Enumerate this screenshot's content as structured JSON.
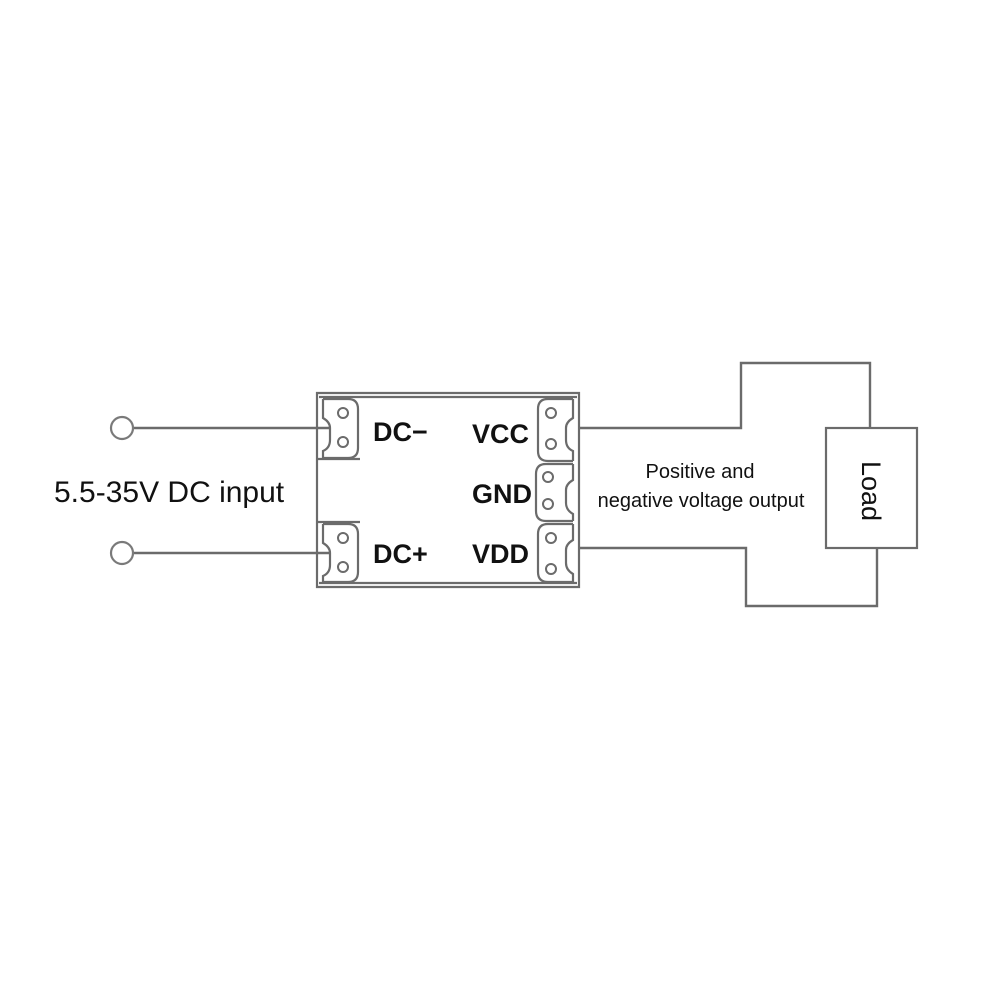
{
  "diagram": {
    "input_label": "5.5-35V DC input",
    "output_label_line1": "Positive and",
    "output_label_line2": "negative voltage output",
    "load_label": "Load",
    "module": {
      "left_pins": [
        {
          "id": "dc-minus",
          "label": "DC−"
        },
        {
          "id": "dc-plus",
          "label": "DC+"
        }
      ],
      "right_pins": [
        {
          "id": "vcc",
          "label": "VCC"
        },
        {
          "id": "gnd",
          "label": "GND"
        },
        {
          "id": "vdd",
          "label": "VDD"
        }
      ]
    },
    "connections": [
      {
        "from": "input-terminal-top",
        "to": "DC−"
      },
      {
        "from": "input-terminal-bottom",
        "to": "DC+"
      },
      {
        "from": "VCC",
        "to": "Load (top)"
      },
      {
        "from": "VDD",
        "to": "Load (bottom)"
      }
    ],
    "colors": {
      "line": "#6b6b6b",
      "text": "#111111",
      "background": "#ffffff"
    }
  }
}
